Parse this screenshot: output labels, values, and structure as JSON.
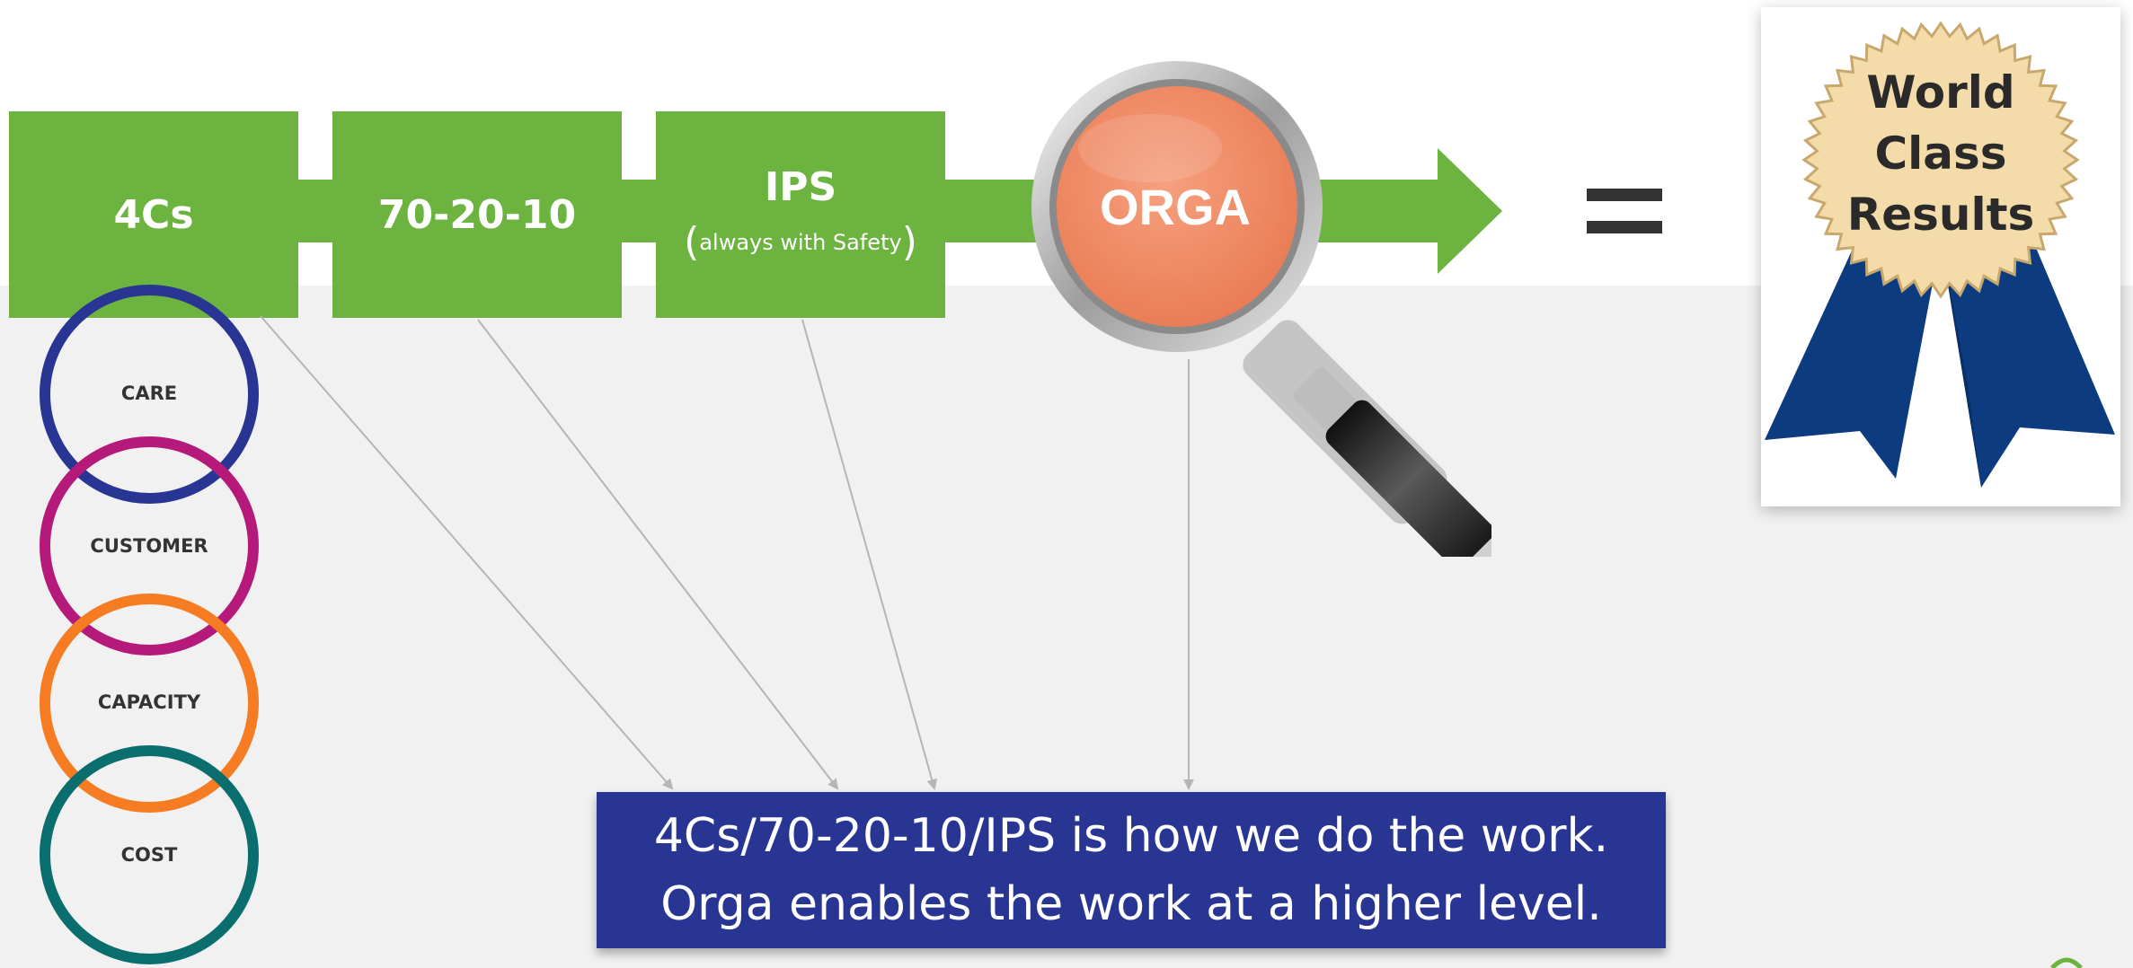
{
  "steps": [
    {
      "label": "4Cs",
      "sub": ""
    },
    {
      "label": "70-20-10",
      "sub": ""
    },
    {
      "label": "IPS",
      "sub": "always with Safety"
    }
  ],
  "orga": {
    "label": "ORGA"
  },
  "equals": "=",
  "award": {
    "line1": "World",
    "line2": "Class",
    "line3": "Results"
  },
  "four_cs": [
    {
      "label": "CARE",
      "color": "#283593"
    },
    {
      "label": "CUSTOMER",
      "color": "#b5197a"
    },
    {
      "label": "CAPACITY",
      "color": "#f57c22"
    },
    {
      "label": "COST",
      "color": "#0b6e6e"
    }
  ],
  "note": {
    "line1": "4Cs/70-20-10/IPS is how we do the work.",
    "line2": "Orga enables the work at a higher level."
  },
  "colors": {
    "step_green": "#6cb33f",
    "orga_orange": "#f28a63",
    "note_blue": "#283593",
    "ribbon_blue": "#0d3b7f",
    "seal_tan": "#f3dcaa",
    "arrow_gray": "#b5b5b5"
  }
}
